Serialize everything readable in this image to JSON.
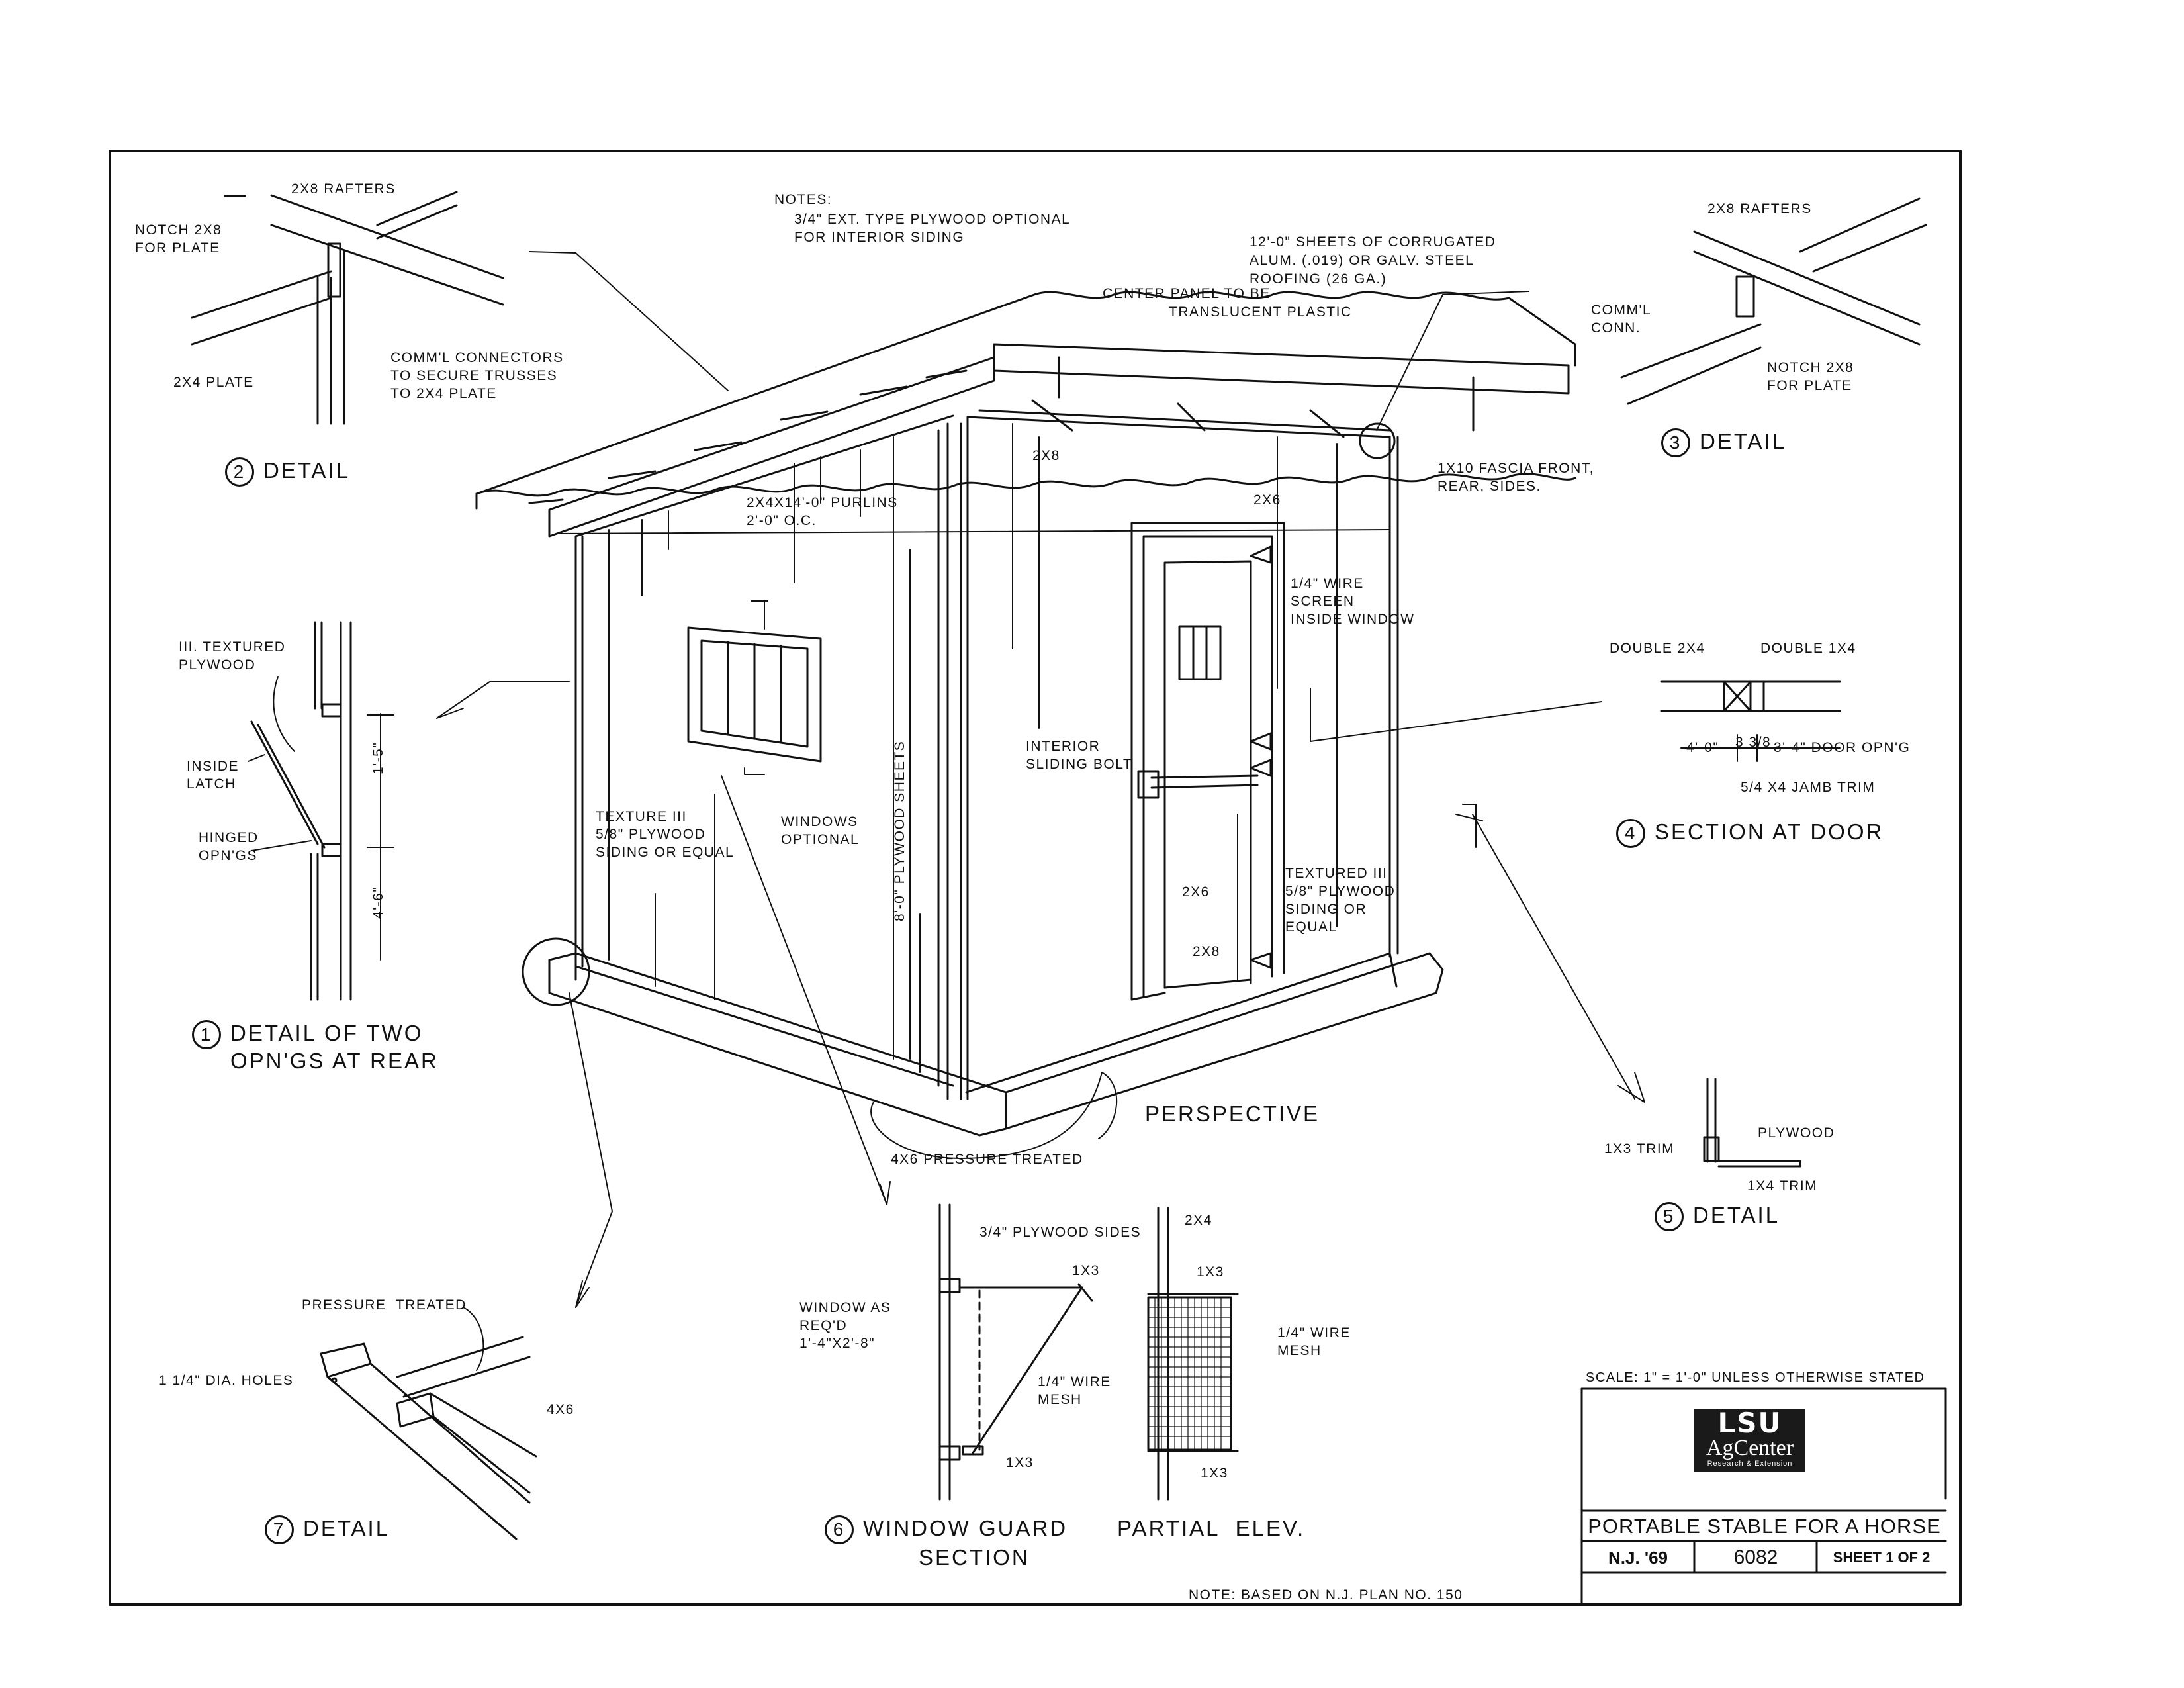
{
  "notes": {
    "heading": "NOTES:",
    "line1": "3/4\" EXT. TYPE PLYWOOD OPTIONAL",
    "line2": "FOR INTERIOR SIDING"
  },
  "roof_note": {
    "line1": "12'-0\" SHEETS OF CORRUGATED",
    "line2": "ALUM. (.019) OR GALV. STEEL",
    "line3": "ROOFING (26 GA.)",
    "line4": "CENTER PANEL TO BE",
    "line5": "TRANSLUCENT PLASTIC"
  },
  "detail2": {
    "title": "DETAIL",
    "number": "2",
    "rafters": "2x8 RAFTERS",
    "notch": "NOTCH 2x8\nFOR PLATE",
    "plate": "2x4 PLATE",
    "connectors": "COMM'L CONNECTORS\nTO SECURE TRUSSES\nTO 2x4 PLATE"
  },
  "detail3": {
    "title": "DETAIL",
    "number": "3",
    "rafters": "2x8 RAFTERS",
    "conn": "COMM'L\nCONN.",
    "notch": "NOTCH 2x8\nFOR PLATE"
  },
  "detail1": {
    "title": "DETAIL OF TWO",
    "title2": "OPN'GS AT REAR",
    "number": "1",
    "textured": "III. TEXTURED\nPLYWOOD",
    "latch": "INSIDE\nLATCH",
    "hinged": "HINGED\nOPN'GS",
    "dim_upper": "1'-5\"",
    "dim_lower": "4'-6\""
  },
  "detail4": {
    "title": "SECTION AT DOOR",
    "number": "4",
    "double2x4": "DOUBLE 2x4",
    "double1x4": "DOUBLE 1x4",
    "dim1": "4'-0\"",
    "dim2": "3 3/8",
    "dim3": "3'-4\" DOOR OPN'G",
    "jamb": "5/4 x4 JAMB TRIM"
  },
  "detail5": {
    "title": "DETAIL",
    "number": "5",
    "plywood": "PLYWOOD",
    "trim1x3": "1x3 TRIM",
    "trim1x4": "1x4 TRIM"
  },
  "detail6": {
    "title": "WINDOW GUARD",
    "title2": "SECTION",
    "number": "6",
    "plywood_sides": "3/4\" PLYWOOD SIDES",
    "window": "WINDOW AS\nREQ'D\n1'-4\"x2'-8\"",
    "wire": "1/4\" WIRE\nMESH",
    "top1x3": "1x3",
    "bottom1x3": "1x3"
  },
  "partial_elev": {
    "title": "PARTIAL  ELEV.",
    "stud": "2x4",
    "top1x3": "1x3",
    "wire": "1/4\" WIRE\nMESH",
    "bottom1x3": "1x3"
  },
  "detail7": {
    "title": "DETAIL",
    "number": "7",
    "pressure": "PRESSURE  TREATED",
    "holes": "1 1/4\" DIA. HOLES",
    "size": "4x6"
  },
  "perspective": {
    "title": "PERSPECTIVE",
    "purlins": "2x4x14'-0\" PURLINS\n2'-0\" O.C.",
    "rafter2x8": "2x8",
    "fascia": "1x10 FASCIA FRONT,\nREAR, SIDES.",
    "header2x6": "2x6",
    "wire_screen": "1/4\" WIRE\nSCREEN\nINSIDE WINDOW",
    "bolt": "INTERIOR\nSLIDING BOLT",
    "texture_left": "TEXTURE III\n5/8\" PLYWOOD\nSIDING OR EQUAL",
    "windows": "WINDOWS\nOPTIONAL",
    "sheets": "8'-0\" PLYWOOD SHEETS",
    "textured_right": "TEXTURED III\n5/8\" PLYWOOD\nSIDING OR\nEQUAL",
    "door2x6": "2x6",
    "door2x8": "2x8",
    "skid": "4x6 PRESSURE TREATED"
  },
  "title_block": {
    "scale": "SCALE: 1\" = 1'-0\" UNLESS OTHERWISE STATED",
    "logo_line1": "LSU",
    "logo_line2": "AgCenter",
    "logo_line3": "Research & Extension",
    "project": "PORTABLE  STABLE  FOR  A  HORSE",
    "origin": "N.J.  '69",
    "number": "6082",
    "sheet": "SHEET 1 OF 2",
    "based_on": "NOTE: BASED ON N.J. PLAN No. 150"
  }
}
